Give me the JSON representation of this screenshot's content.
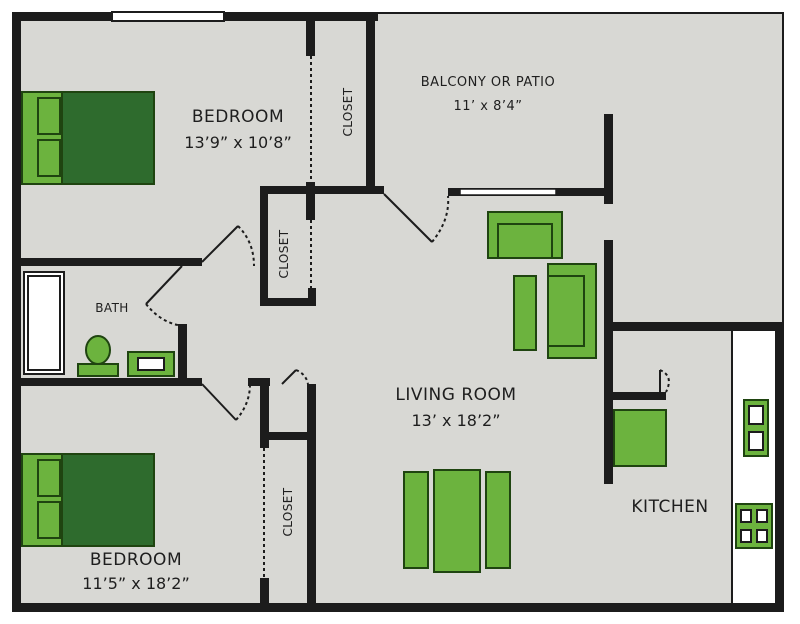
{
  "rooms": {
    "bedroom1": {
      "name": "BEDROOM",
      "dims": "13’9” x 10’8”"
    },
    "balcony": {
      "name": "BALCONY OR PATIO",
      "dims": "11’ x 8’4”"
    },
    "closet1": {
      "name": "CLOSET"
    },
    "closet2": {
      "name": "CLOSET"
    },
    "closet3": {
      "name": "CLOSET"
    },
    "bath": {
      "name": "BATH"
    },
    "living": {
      "name": "LIVING ROOM",
      "dims": "13’ x 18’2”"
    },
    "kitchen": {
      "name": "KITCHEN"
    },
    "bedroom2": {
      "name": "BEDROOM",
      "dims": "11’5” x 18’2”"
    }
  },
  "colors": {
    "floor": "#d8d8d4",
    "wall": "#1c1c1c",
    "furniture": "#6cb33e",
    "furniture_dark": "#2e6b2d",
    "fixture": "#ffffff"
  }
}
